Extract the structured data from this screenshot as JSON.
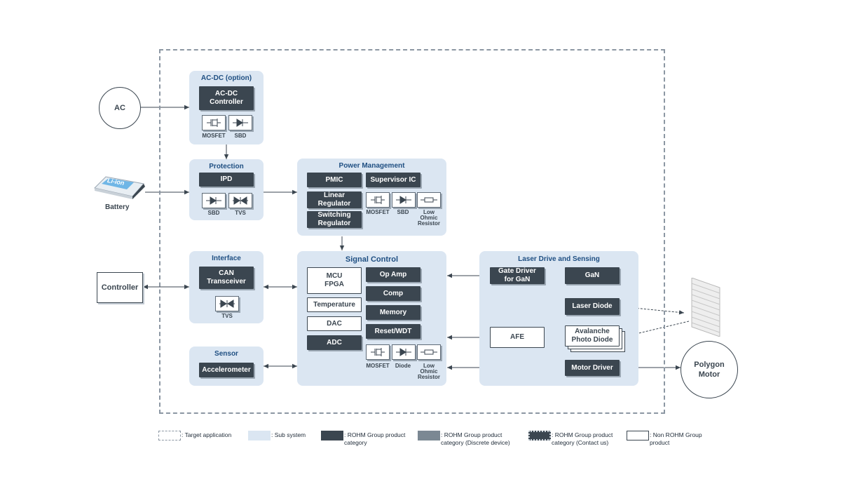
{
  "external": {
    "ac": "AC",
    "battery_label": "Battery",
    "battery_badge": "Li-ion",
    "controller": "Controller",
    "polygon_motor": "Polygon\nMotor"
  },
  "subsystems": {
    "acdc": {
      "title": "AC-DC (option)",
      "controller": "AC-DC\nController",
      "mosfet": "MOSFET",
      "sbd": "SBD"
    },
    "protection": {
      "title": "Protection",
      "ipd": "IPD",
      "sbd": "SBD",
      "tvs": "TVS"
    },
    "power": {
      "title": "Power Management",
      "pmic": "PMIC",
      "supervisor": "Supervisor IC",
      "linear": "Linear\nRegulator",
      "switching": "Switching\nRegulator",
      "mosfet": "MOSFET",
      "sbd": "SBD",
      "resistor": "Low\nOhmic\nResistor"
    },
    "interface": {
      "title": "Interface",
      "can": "CAN\nTransceiver",
      "tvs": "TVS"
    },
    "sensor": {
      "title": "Sensor",
      "accelerometer": "Accelerometer"
    },
    "signal": {
      "title": "Signal Control",
      "mcu": "MCU\nFPGA",
      "temperature": "Temperature",
      "dac": "DAC",
      "adc": "ADC",
      "opamp": "Op Amp",
      "comp": "Comp",
      "memory": "Memory",
      "reset": "Reset/WDT",
      "mosfet": "MOSFET",
      "diode": "Diode",
      "resistor": "Low\nOhmic\nResistor"
    },
    "laser": {
      "title": "Laser Drive and Sensing",
      "gate": "Gate Driver\nfor GaN",
      "gan": "GaN",
      "laser_diode": "Laser Diode",
      "afe": "AFE",
      "apd": "Avalanche\nPhoto Diode",
      "motor_driver": "Motor Driver"
    }
  },
  "legend": {
    "target": ": Target application",
    "sub": ": Sub system",
    "rohm": ": ROHM Group product\n  category",
    "discrete": ": ROHM Group product\n  category (Discrete device)",
    "contact": ": ROHM Group product\n  category (Contact us)",
    "non": ": Non ROHM Group\n  product"
  },
  "colors": {
    "subsystem_fill": "#dbe6f2",
    "rohm_block": "#3b4650",
    "discrete_block": "#7b8893",
    "title_blue": "#1f4f82"
  },
  "icons": {
    "mosfet": "mosfet-icon",
    "sbd": "diode-icon",
    "tvs": "tvs-icon",
    "resistor": "resistor-icon",
    "wall": "brick-wall-icon",
    "battery": "battery-icon"
  }
}
